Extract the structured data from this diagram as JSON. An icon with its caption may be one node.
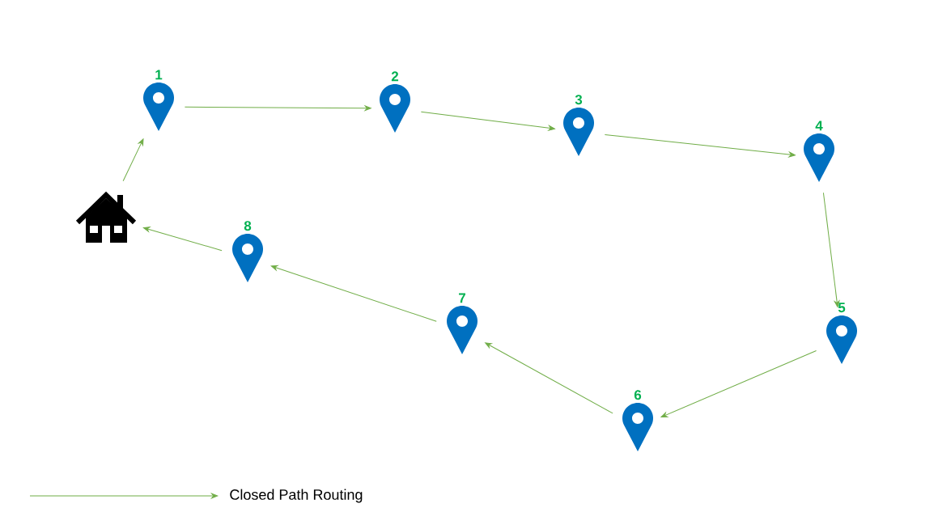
{
  "diagram": {
    "nodes": [
      {
        "text": [],
        "shape": "picture"
      },
      {
        "text": [
          "1"
        ]
      },
      {
        "text": [
          "2"
        ]
      },
      {
        "text": [
          "3"
        ]
      },
      {
        "text": [
          "4"
        ]
      },
      {
        "text": [
          "5"
        ]
      },
      {
        "text": [
          "6"
        ]
      },
      {
        "text": [
          "7"
        ]
      },
      {
        "text": [
          "8"
        ]
      }
    ],
    "edges": [
      {
        "from": 0,
        "to": 1,
        "arrow": "to"
      },
      {
        "from": 1,
        "to": 2,
        "arrow": "to"
      },
      {
        "from": 2,
        "to": 3,
        "arrow": "to"
      },
      {
        "from": 3,
        "to": 4,
        "arrow": "to"
      },
      {
        "from": 4,
        "to": 5,
        "arrow": "to"
      },
      {
        "from": 5,
        "to": 6,
        "arrow": "to"
      },
      {
        "from": 6,
        "to": 7,
        "arrow": "to"
      },
      {
        "from": 7,
        "to": 8,
        "arrow": "to"
      },
      {
        "from": 8,
        "to": 0,
        "arrow": "to"
      }
    ],
    "legend": [
      {
        "text": "Closed Path Routing"
      }
    ]
  }
}
